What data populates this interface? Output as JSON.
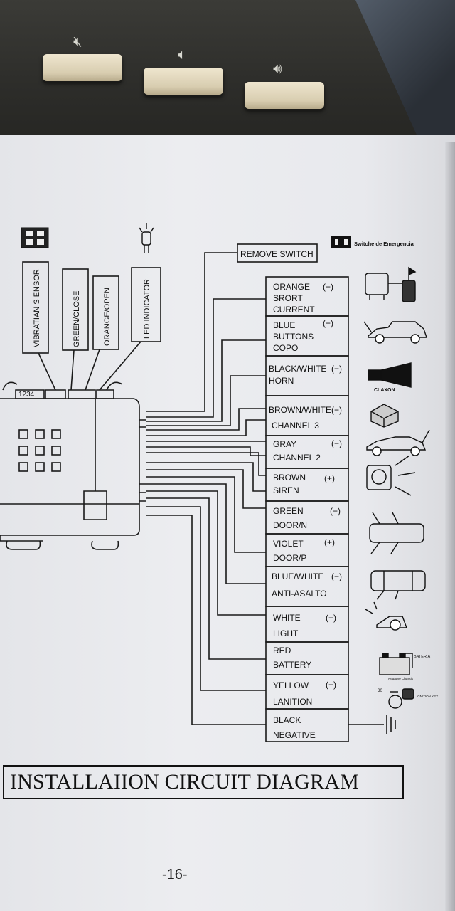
{
  "device": {
    "buttons": [
      {
        "icon": "speaker-mute-icon"
      },
      {
        "icon": "speaker-low-icon"
      },
      {
        "icon": "speaker-high-icon"
      }
    ]
  },
  "diagram": {
    "top_labels": {
      "vibration_sensor": "VIBRATIAN S ENSOR",
      "green_close": "GREEN/CLOSE",
      "orange_open": "ORANGE/OPEN",
      "led_indicator": "LED INDICATOR"
    },
    "connector_pins": "1234",
    "remove_switch": "REMOVE SWITCH",
    "emergency_switch": "Switche de Emergencia",
    "wires": [
      {
        "line1": "ORANGE",
        "line2": "SRORT",
        "line3": "CURRENT",
        "polarity": "(−)"
      },
      {
        "line1": "BLUE",
        "line2": "BUTTONS",
        "line3": "COPO",
        "polarity": "(−)"
      },
      {
        "line1": "BLACK/WHITE",
        "line2": "HORN",
        "polarity": "(−)"
      },
      {
        "line1": "BROWN/WHITE",
        "line2": "CHANNEL 3",
        "polarity": "(−)"
      },
      {
        "line1": "GRAY",
        "line2": "CHANNEL 2",
        "polarity": "(−)"
      },
      {
        "line1": "BROWN",
        "line2": "SIREN",
        "polarity": "(+)"
      },
      {
        "line1": "GREEN",
        "line2": "DOOR/N",
        "polarity": "(−)"
      },
      {
        "line1": "VIOLET",
        "line2": "DOOR/P",
        "polarity": "(+)"
      },
      {
        "line1": "BLUE/WHITE",
        "line2": "ANTI-ASALTO",
        "polarity": "(−)"
      },
      {
        "line1": "WHITE",
        "line2": "LIGHT",
        "polarity": "(+)"
      },
      {
        "line1": "RED",
        "line2": "BATTERY",
        "polarity": ""
      },
      {
        "line1": "YELLOW",
        "line2": "LANITION",
        "polarity": "(+)"
      },
      {
        "line1": "BLACK",
        "line2": "NEGATIVE",
        "polarity": ""
      }
    ],
    "icon_labels": {
      "claxon": "CLAXON",
      "bateria": "BATERIA",
      "negative_chassis": "Negative Chassis",
      "plus30": "+ 30",
      "ignition_key": "IGNITION KEY"
    },
    "title": "INSTALLAIION CIRCUIT DIAGRAM",
    "page_number": "-16-"
  }
}
